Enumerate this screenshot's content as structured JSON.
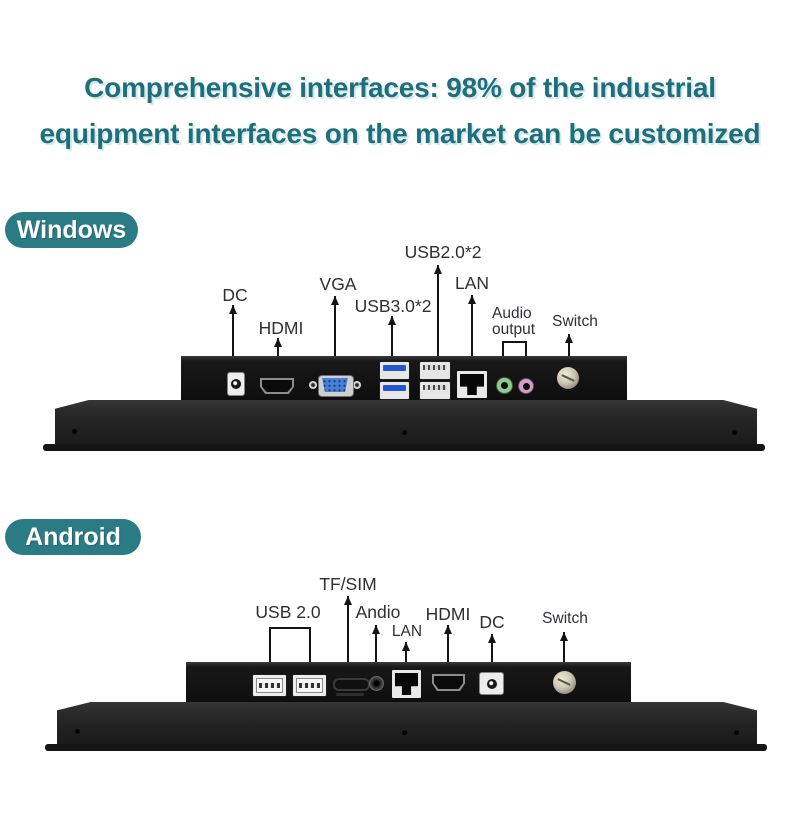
{
  "title": {
    "line1": "Comprehensive interfaces: 98% of the industrial",
    "line2": "equipment interfaces on the market can be customized"
  },
  "windows": {
    "badge": "Windows",
    "labels": {
      "dc": "DC",
      "hdmi": "HDMI",
      "vga": "VGA",
      "usb3": "USB3.0*2",
      "usb2": "USB2.0*2",
      "lan": "LAN",
      "audio_output": "Audio output",
      "switch": "Switch"
    }
  },
  "android": {
    "badge": "Android",
    "labels": {
      "usb2": "USB 2.0",
      "tf_sim": "TF/SIM",
      "audio": "Andio",
      "lan": "LAN",
      "hdmi": "HDMI",
      "dc": "DC",
      "switch": "Switch"
    }
  },
  "colors": {
    "title_teal": "#1e6e7b",
    "badge_teal": "#2b7b84",
    "label_text": "#2e2e36",
    "monitor_black": "#1c1c1c",
    "vga_blue": "#4a80d4",
    "usb3_blue": "#2456cf",
    "audio_green": "#8ccf8c",
    "audio_pink": "#dd9ace"
  }
}
